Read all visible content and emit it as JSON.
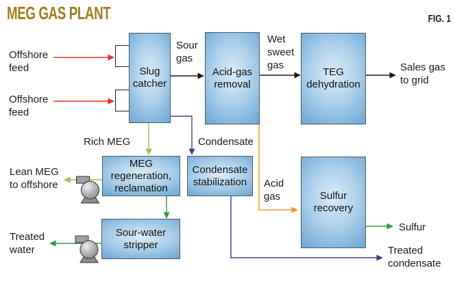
{
  "title": "MEG GAS PLANT",
  "figure_label": "FIG. 1",
  "colors": {
    "title_gold": "#A17D1B",
    "box_border": "#51585E",
    "box_fill_center": "#DCEDF8",
    "box_fill_mid": "#A8CDE9",
    "box_fill_edge": "#74ABD7",
    "feed_red": "#E53227",
    "gas_black": "#1A1A1A",
    "meg_yellow_green": "#9CC14F",
    "water_green": "#2E9B4C",
    "condensate_navy": "#3A4190",
    "acid_gas_orange": "#F09A28",
    "pump_body": "#9FA1A4",
    "pump_base": "#8A8C90"
  },
  "boxes": {
    "slug_catcher": {
      "label": "Slug\ncatcher"
    },
    "acid_gas_removal": {
      "label": "Acid-gas\nremoval"
    },
    "teg_dehydration": {
      "label": "TEG\ndehydration"
    },
    "meg_regeneration": {
      "label": "MEG\nregeneration,\nreclamation"
    },
    "condensate_stabilization": {
      "label": "Condensate\nstabilization"
    },
    "sulfur_recovery": {
      "label": "Sulfur\nrecovery"
    },
    "sour_water_stripper": {
      "label": "Sour-water\nstripper"
    }
  },
  "streams": {
    "offshore_feed_1": {
      "label": "Offshore\nfeed"
    },
    "offshore_feed_2": {
      "label": "Offshore\nfeed"
    },
    "sour_gas": {
      "label": "Sour\ngas"
    },
    "wet_sweet_gas": {
      "label": "Wet\nsweet\ngas"
    },
    "sales_gas_to_grid": {
      "label": "Sales gas\nto grid"
    },
    "rich_meg": {
      "label": "Rich MEG"
    },
    "condensate": {
      "label": "Condensate"
    },
    "lean_meg_to_offshore": {
      "label": "Lean MEG\nto offshore"
    },
    "acid_gas": {
      "label": "Acid\ngas"
    },
    "sulfur": {
      "label": "Sulfur"
    },
    "treated_water": {
      "label": "Treated\nwater"
    },
    "treated_condensate": {
      "label": "Treated\ncondensate"
    }
  }
}
